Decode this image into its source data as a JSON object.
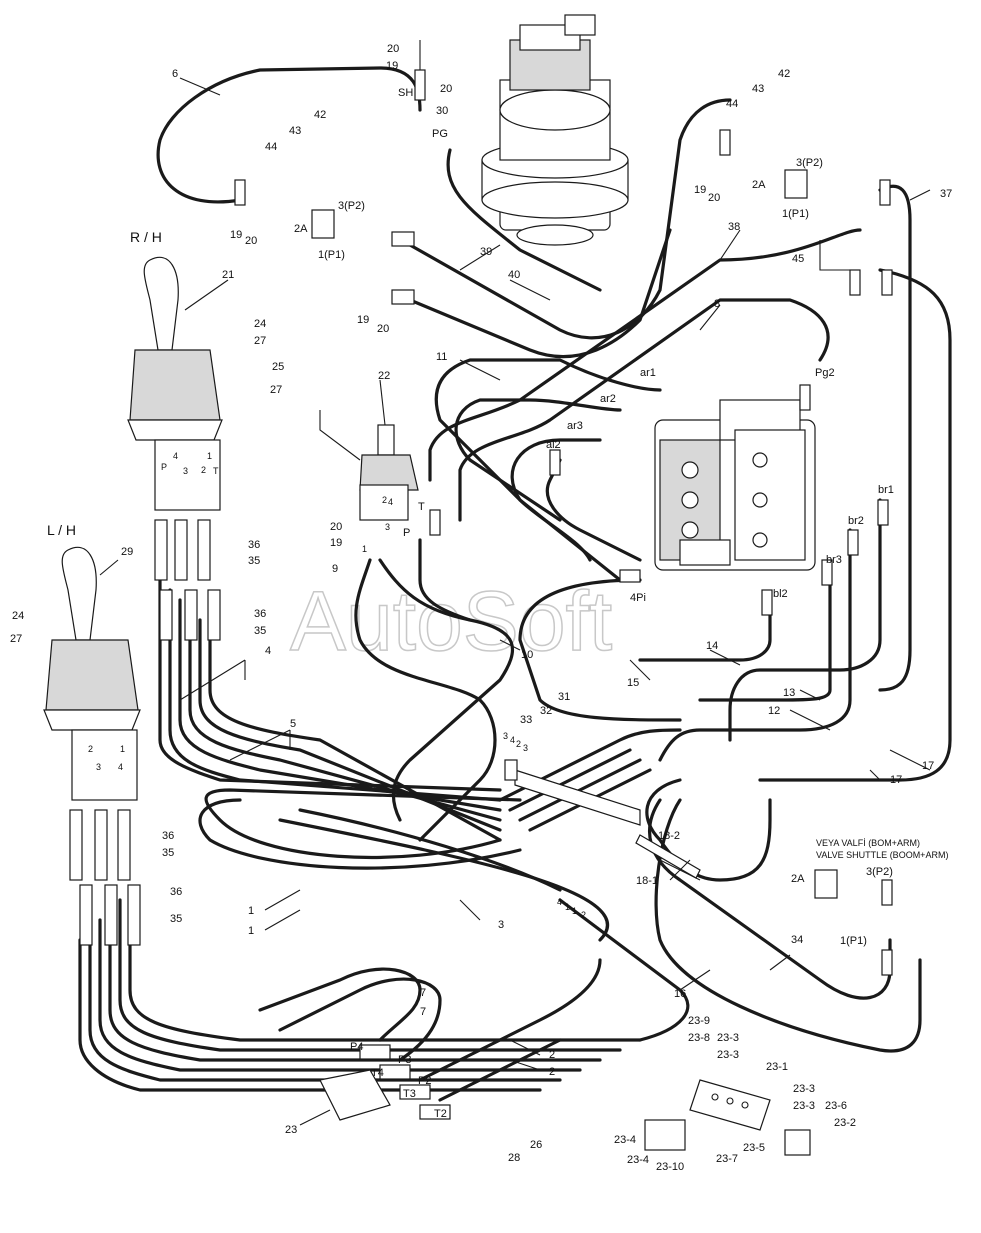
{
  "watermark": "AutoSoft",
  "side_labels": {
    "right_handle": "R / H",
    "left_handle": "L / H"
  },
  "valve_shuttle": {
    "line1": "VEYA VALFİ (BOM+ARM)",
    "line2": "VALVE SHUTTLE (BOOM+ARM)"
  },
  "port_labels": [
    "SH",
    "PG",
    "2A",
    "3(P2)",
    "1(P1)",
    "2A",
    "3(P2)",
    "1(P1)",
    "Pg2",
    "ar1",
    "ar2",
    "ar3",
    "al2",
    "br1",
    "br2",
    "br3",
    "bl2",
    "4Pi",
    "T",
    "P",
    "P4",
    "T4",
    "P3",
    "T3",
    "P2",
    "T2",
    "2A",
    "3(P2)",
    "1(P1)",
    "P",
    "4",
    "3",
    "2",
    "1",
    "T",
    "2",
    "3",
    "4",
    "1",
    "2",
    "1",
    "3",
    "4",
    "2",
    "3",
    "4",
    "1",
    "1",
    "2",
    "3",
    "4"
  ],
  "callouts": [
    "6",
    "20",
    "19",
    "20",
    "30",
    "42",
    "43",
    "44",
    "19",
    "20",
    "39",
    "40",
    "19",
    "20",
    "42",
    "43",
    "44",
    "19",
    "20",
    "37",
    "38",
    "45",
    "8",
    "21",
    "24",
    "27",
    "25",
    "27",
    "22",
    "11",
    "20",
    "19",
    "9",
    "10",
    "29",
    "24",
    "27",
    "36",
    "35",
    "36",
    "35",
    "4",
    "5",
    "36",
    "35",
    "36",
    "35",
    "14",
    "15",
    "13",
    "12",
    "17",
    "17",
    "31",
    "32",
    "33",
    "18-2",
    "18-1",
    "1",
    "1",
    "3",
    "34",
    "16",
    "7",
    "7",
    "2",
    "2",
    "23",
    "26",
    "28",
    "23-9",
    "23-8",
    "23-3",
    "23-3",
    "23-1",
    "23-3",
    "23-3",
    "23-6",
    "23-2",
    "23-4",
    "23-4",
    "23-10",
    "23-7",
    "23-5"
  ]
}
